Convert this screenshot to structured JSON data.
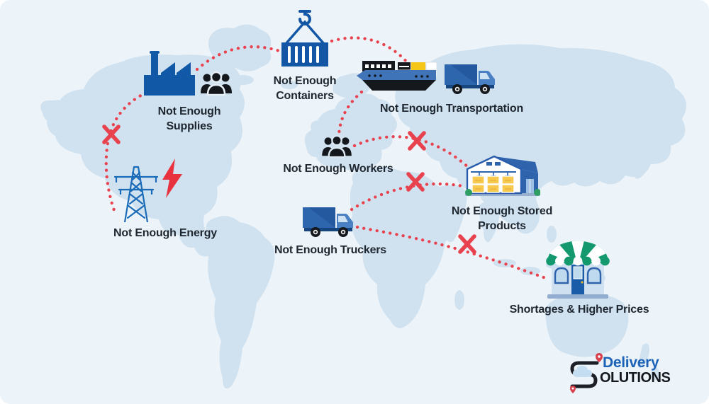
{
  "colors": {
    "background": "#edf4f9",
    "map_land": "#d0e1ef",
    "primary_blue": "#1159a7",
    "accent_red": "#e8424e",
    "icon_black": "#14181d",
    "text": "#1e2630",
    "warehouse_yellow": "#f6c54a",
    "storefront_green": "#14996f",
    "logo_blue": "#1c63b8",
    "logo_black": "#14181d"
  },
  "nodes": [
    {
      "id": "supplies",
      "icon": "factory-icon",
      "label": "Not Enough\nSupplies"
    },
    {
      "id": "containers",
      "icon": "container-icon",
      "label": "Not Enough\nContainers"
    },
    {
      "id": "transportation",
      "icon": "ship-truck-icon",
      "label": "Not Enough Transportation"
    },
    {
      "id": "workers",
      "icon": "people-icon",
      "label": "Not Enough Workers"
    },
    {
      "id": "energy",
      "icon": "power-pylon-icon",
      "label": "Not Enough Energy"
    },
    {
      "id": "truckers",
      "icon": "truck-icon",
      "label": "Not Enough Truckers"
    },
    {
      "id": "stored-products",
      "icon": "warehouse-icon",
      "label": "Not Enough Stored\nProducts"
    },
    {
      "id": "shortages",
      "icon": "storefront-icon",
      "label": "Shortages & Higher Prices"
    }
  ],
  "connections": [
    {
      "from": "energy",
      "to": "supplies",
      "blocked": true
    },
    {
      "from": "supplies",
      "to": "containers",
      "blocked": false
    },
    {
      "from": "containers",
      "to": "transportation",
      "blocked": false
    },
    {
      "from": "transportation",
      "to": "workers",
      "blocked": false
    },
    {
      "from": "workers",
      "to": "stored-products",
      "blocked": true
    },
    {
      "from": "truckers",
      "to": "stored-products",
      "blocked": true
    },
    {
      "from": "truckers",
      "to": "shortages",
      "blocked": true
    }
  ],
  "logo": {
    "line1": "Delivery",
    "line2": "OLUTIONS"
  }
}
